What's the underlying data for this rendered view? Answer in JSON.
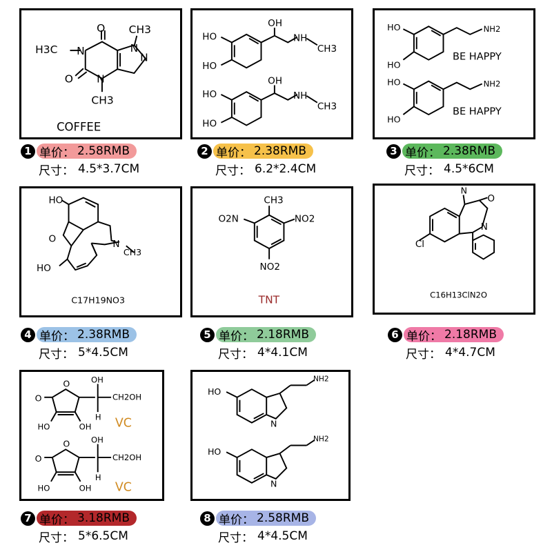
{
  "price_label": "单价：",
  "size_label": "尺寸：",
  "products": [
    {
      "num": "1",
      "price": "2.58RMB",
      "size": "4.5*3.7CM",
      "color": "#f29a9a",
      "caption": "COFFEE"
    },
    {
      "num": "2",
      "price": "2.38RMB",
      "size": "6.2*2.4CM",
      "color": "#f6c14a"
    },
    {
      "num": "3",
      "price": "2.38RMB",
      "size": "4.5*6CM",
      "color": "#5cb85c",
      "caption": "BE  HAPPY"
    },
    {
      "num": "4",
      "price": "2.38RMB",
      "size": "5*4.5CM",
      "color": "#9cc2e6"
    },
    {
      "num": "5",
      "price": "2.18RMB",
      "size": "4*4.1CM",
      "color": "#8fcb9a",
      "caption": "TNT"
    },
    {
      "num": "6",
      "price": "2.18RMB",
      "size": "4*4.7CM",
      "color": "#ef7aa6"
    },
    {
      "num": "7",
      "price": "3.18RMB",
      "size": "5*6.5CM",
      "color": "#b3282b",
      "caption": "VC"
    },
    {
      "num": "8",
      "price": "2.58RMB",
      "size": "4*4.5CM",
      "color": "#a7b4e6"
    }
  ],
  "atoms": {
    "ch3": "CH3",
    "h3c": "H3C",
    "n": "N",
    "o": "O",
    "ho": "HO",
    "oh": "OH",
    "nh": "NH",
    "nh2": "NH2",
    "h": "H",
    "cl": "Cl",
    "no2": "NO2",
    "o2n": "O2N",
    "ch2oh": "CH2OH"
  },
  "formulas": {
    "morphine": "C17H19NO3",
    "diazepam": "C16H13ClN2O"
  }
}
